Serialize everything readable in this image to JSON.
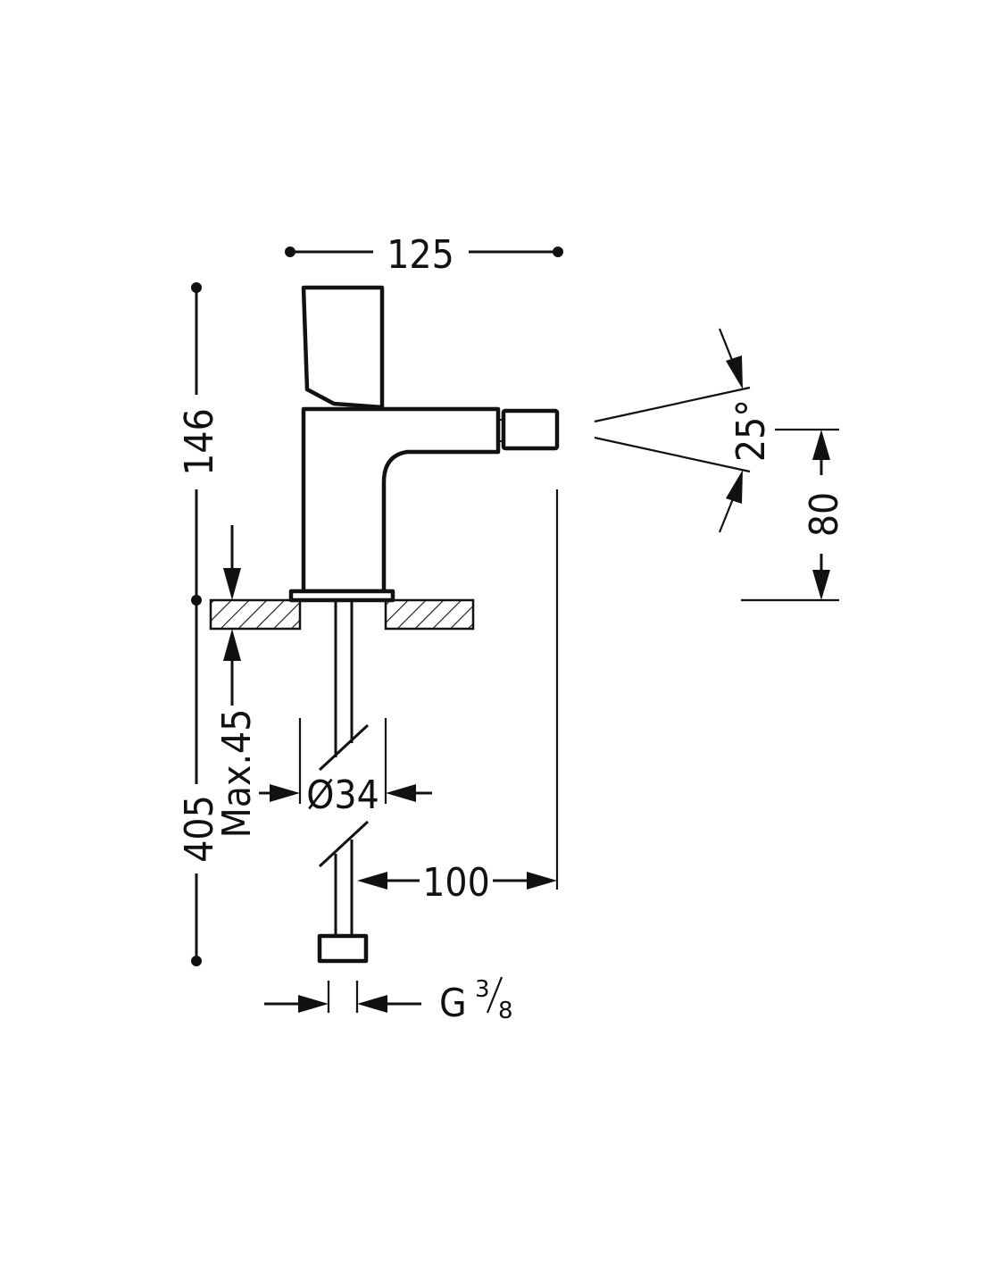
{
  "dimensions": {
    "width_overall": "125",
    "height_body": "146",
    "hose_length": "405",
    "max_thickness": "Max.45",
    "hole_diameter": "Ø34",
    "spray_angle": "25°",
    "spout_height": "80",
    "spout_reach": "100",
    "connection_prefix": "G",
    "connection_num": "3",
    "connection_den": "8"
  }
}
